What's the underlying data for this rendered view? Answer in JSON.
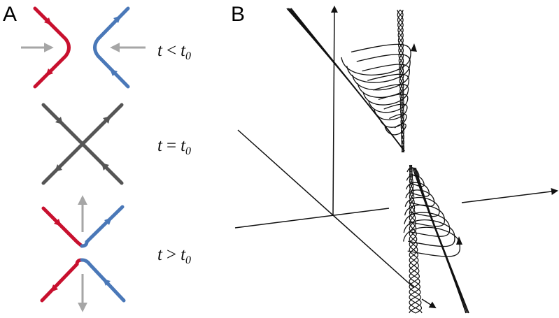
{
  "panels": {
    "a_label": "A",
    "b_label": "B"
  },
  "equations": [
    {
      "var": "t",
      "rel": "<",
      "rhs": "t",
      "sub": "0"
    },
    {
      "var": "t",
      "rel": "=",
      "rhs": "t",
      "sub": "0"
    },
    {
      "var": "t",
      "rel": ">",
      "rhs": "t",
      "sub": "0"
    }
  ],
  "colors": {
    "red": "#c8102e",
    "blue": "#4a78b8",
    "dark_gray": "#555555",
    "light_gray": "#a6a6a6",
    "black": "#111111"
  }
}
